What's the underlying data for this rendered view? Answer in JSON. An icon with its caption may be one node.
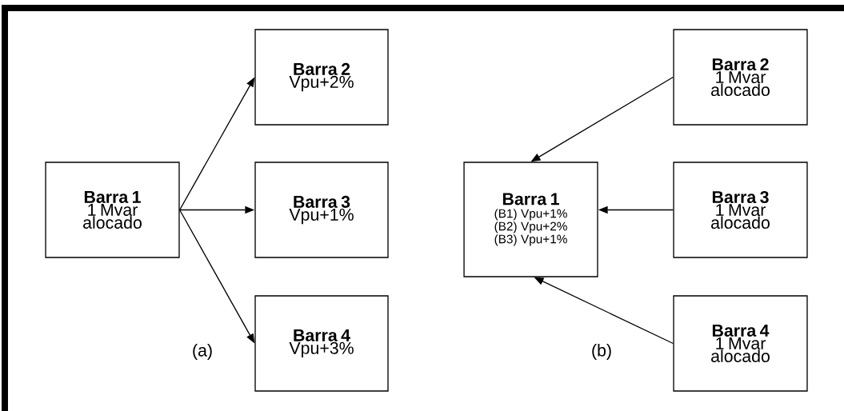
{
  "diagram": {
    "nodes": [
      {
        "text": [
          "Barra 1",
          "1 Mvar alocado"
        ]
      },
      {
        "text": [
          "Barra 2",
          "Vpu+2%"
        ]
      },
      {
        "text": [
          "Barra 3",
          "Vpu+1%"
        ]
      },
      {
        "text": [
          "Barra 4",
          "Vpu+3%"
        ]
      },
      {
        "text": [
          "Barra 1",
          "(B1) Vpu+1%",
          "(B2) Vpu+2%",
          "(B3) Vpu+1%"
        ]
      },
      {
        "text": [
          "Barra 2",
          "1 Mvar alocado"
        ]
      },
      {
        "text": [
          "Barra 3",
          "1 Mvar alocado"
        ]
      },
      {
        "text": [
          "Barra 4",
          "1 Mvar alocado"
        ]
      }
    ],
    "edges": [
      {
        "from": 0,
        "to": 1,
        "arrow": "to"
      },
      {
        "from": 0,
        "to": 2,
        "arrow": "to"
      },
      {
        "from": 0,
        "to": 3,
        "arrow": "to"
      },
      {
        "from": 5,
        "to": 4,
        "arrow": "to"
      },
      {
        "from": 6,
        "to": 4,
        "arrow": "to"
      },
      {
        "from": 7,
        "to": 4,
        "arrow": "to"
      }
    ],
    "labels": [
      "(a)",
      "(b)"
    ]
  }
}
